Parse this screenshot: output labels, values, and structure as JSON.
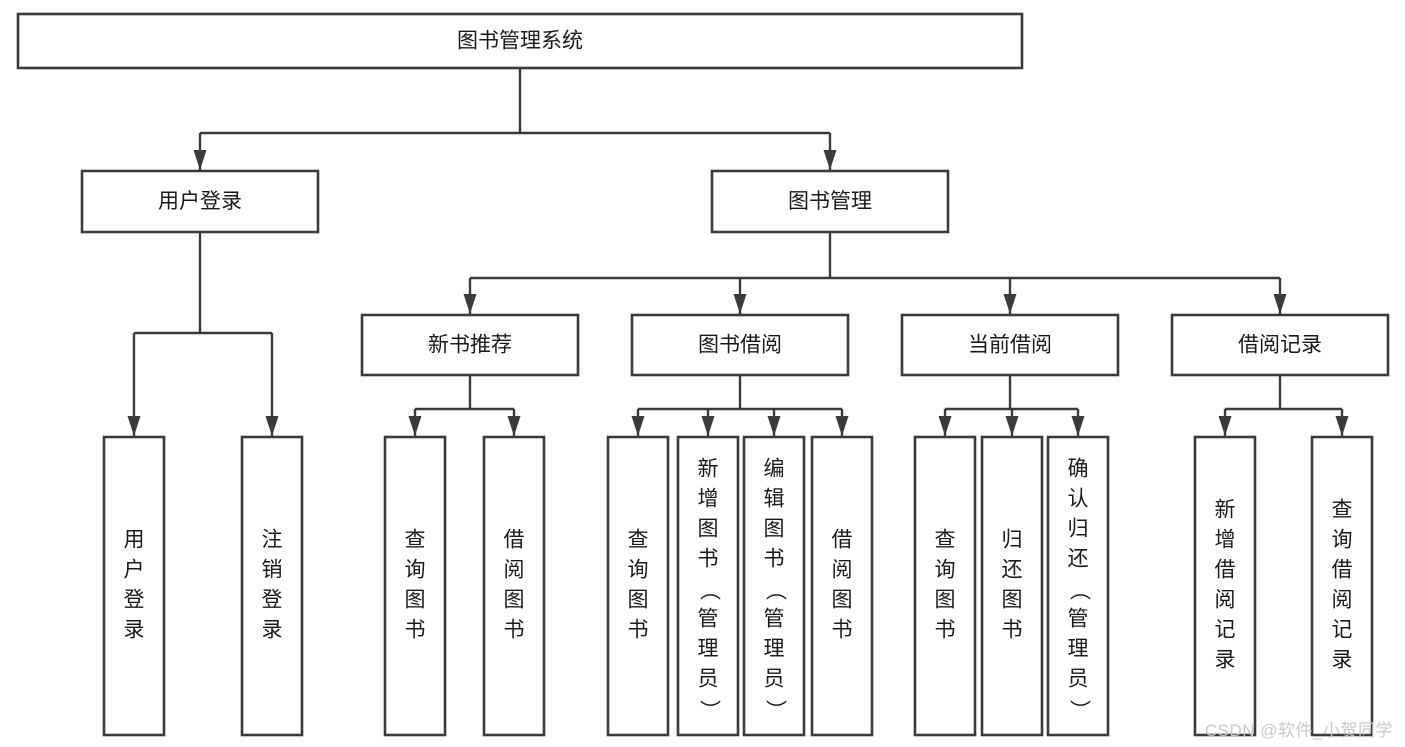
{
  "diagram": {
    "type": "tree",
    "title": "图书管理系统",
    "orientation": "top-down",
    "colors": {
      "stroke": "#3b3b3b",
      "fill": "#ffffff",
      "text": "#1a1a1a",
      "watermark": "#c9c9c9",
      "background": "#ffffff"
    },
    "root": {
      "id": "root",
      "label": "图书管理系统",
      "orientation": "horizontal"
    },
    "level2": [
      {
        "id": "user-login",
        "label": "用户登录",
        "orientation": "horizontal"
      },
      {
        "id": "book-manage",
        "label": "图书管理",
        "orientation": "horizontal"
      }
    ],
    "level3": [
      {
        "id": "new-book-rec",
        "label": "新书推荐",
        "orientation": "horizontal",
        "parent": "book-manage"
      },
      {
        "id": "book-borrow",
        "label": "图书借阅",
        "orientation": "horizontal",
        "parent": "book-manage"
      },
      {
        "id": "current-borrow",
        "label": "当前借阅",
        "orientation": "horizontal",
        "parent": "book-manage"
      },
      {
        "id": "borrow-record",
        "label": "借阅记录",
        "orientation": "horizontal",
        "parent": "book-manage"
      }
    ],
    "leaves": {
      "user-login": [
        {
          "id": "leaf-user-login",
          "label": "用户登录",
          "orientation": "vertical"
        },
        {
          "id": "leaf-user-logout",
          "label": "注销登录",
          "orientation": "vertical"
        }
      ],
      "new-book-rec": [
        {
          "id": "leaf-query-book-1",
          "label": "查询图书",
          "orientation": "vertical"
        },
        {
          "id": "leaf-borrow-book-1",
          "label": "借阅图书",
          "orientation": "vertical"
        }
      ],
      "book-borrow": [
        {
          "id": "leaf-query-book-2",
          "label": "查询图书",
          "orientation": "vertical"
        },
        {
          "id": "leaf-add-book",
          "label": "新增图书（管理员）",
          "orientation": "vertical"
        },
        {
          "id": "leaf-edit-book",
          "label": "编辑图书（管理员）",
          "orientation": "vertical"
        },
        {
          "id": "leaf-borrow-book-2",
          "label": "借阅图书",
          "orientation": "vertical"
        }
      ],
      "current-borrow": [
        {
          "id": "leaf-query-book-3",
          "label": "查询图书",
          "orientation": "vertical"
        },
        {
          "id": "leaf-return-book",
          "label": "归还图书",
          "orientation": "vertical"
        },
        {
          "id": "leaf-confirm-return",
          "label": "确认归还（管理员）",
          "orientation": "vertical"
        }
      ],
      "borrow-record": [
        {
          "id": "leaf-add-record",
          "label": "新增借阅记录",
          "orientation": "vertical"
        },
        {
          "id": "leaf-query-record",
          "label": "查询借阅记录",
          "orientation": "vertical"
        }
      ]
    }
  },
  "watermark": {
    "text": "CSDN @软件_小贺同学"
  }
}
